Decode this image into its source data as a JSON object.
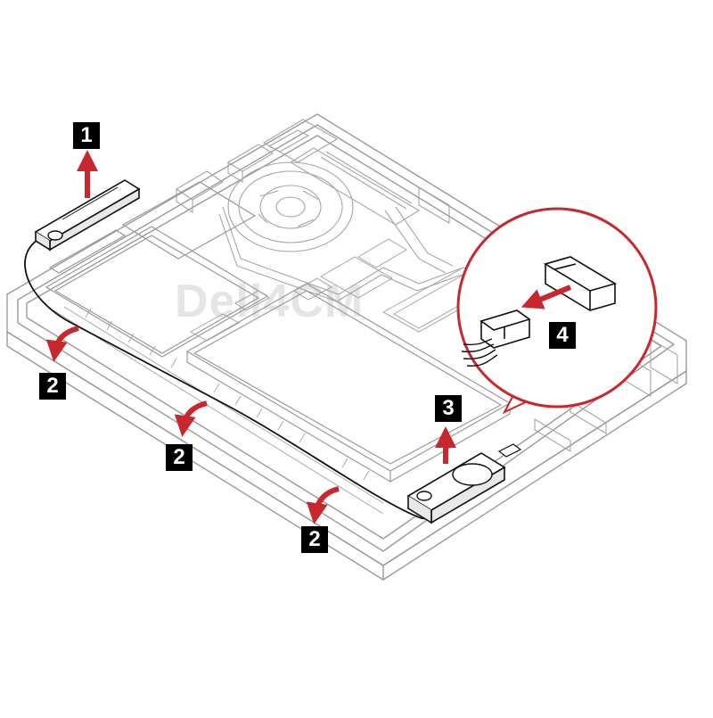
{
  "steps": {
    "s1": "1",
    "s2a": "2",
    "s2b": "2",
    "s2c": "2",
    "s3": "3",
    "s4": "4"
  },
  "watermark": "Dell4CM",
  "colors": {
    "arrow": "#c8282d",
    "line": "#9a9a9a",
    "label_bg": "#000000"
  }
}
